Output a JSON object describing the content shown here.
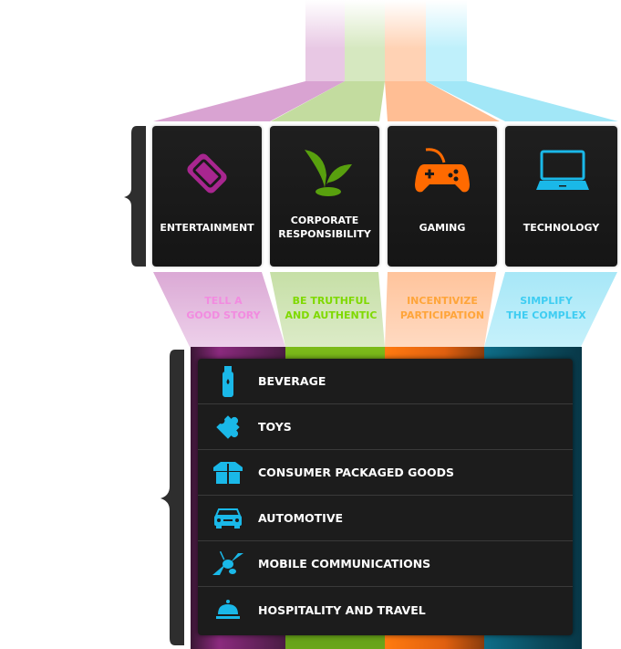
{
  "colors": {
    "pink": "#d79ed0",
    "green": "#b9d98f",
    "orange": "#ffb684",
    "blue": "#93e4f6",
    "icon_blue": "#1ab8e8"
  },
  "categories": [
    {
      "label": "ENTERTAINMENT",
      "icon": "ticket-icon",
      "goal": "TELL A GOOD STORY",
      "goal_line1": "TELL A",
      "goal_line2": "GOOD STORY"
    },
    {
      "label": "CORPORATE RESPONSIBILITY",
      "label_line1": "CORPORATE",
      "label_line2": "RESPONSIBILITY",
      "icon": "sprout-icon",
      "goal_line1": "BE TRUTHFUL",
      "goal_line2": "AND AUTHENTIC"
    },
    {
      "label": "GAMING",
      "icon": "gamepad-icon",
      "goal_line1": "INCENTIVIZE",
      "goal_line2": "PARTICIPATION"
    },
    {
      "label": "TECHNOLOGY",
      "icon": "laptop-icon",
      "goal_line1": "SIMPLIFY",
      "goal_line2": "THE COMPLEX"
    }
  ],
  "industries": [
    {
      "label": "BEVERAGE",
      "icon": "bottle-icon"
    },
    {
      "label": "TOYS",
      "icon": "puzzle-icon"
    },
    {
      "label": "CONSUMER PACKAGED GOODS",
      "icon": "box-icon"
    },
    {
      "label": "AUTOMOTIVE",
      "icon": "car-icon"
    },
    {
      "label": "MOBILE COMMUNICATIONS",
      "icon": "satellite-icon"
    },
    {
      "label": "HOSPITALITY AND TRAVEL",
      "icon": "service-bell-icon"
    }
  ]
}
